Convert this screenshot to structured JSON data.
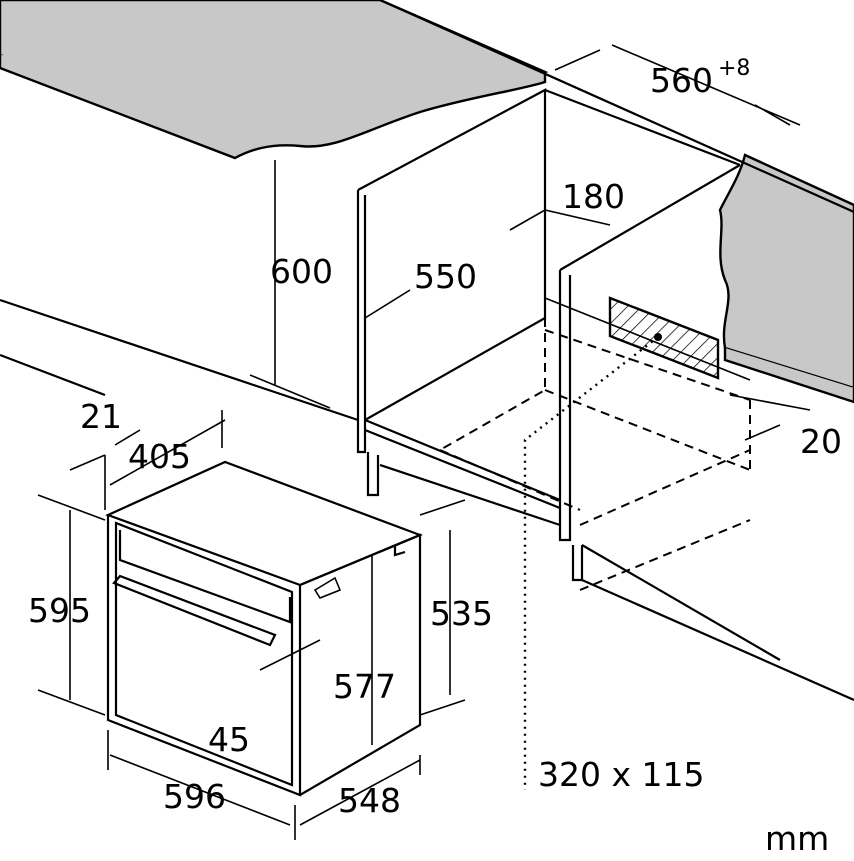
{
  "title": "Built-in oven installation dimensions",
  "unit": "mm",
  "colors": {
    "countertop": "#c8c8c8",
    "line": "#000000",
    "vent_hatch": "#000000"
  },
  "dimensions": {
    "niche_depth": "560",
    "niche_depth_tolerance": "+8",
    "rear_gap": "180",
    "cabinet_height": "600",
    "cabinet_depth": "550",
    "front_offset": "20",
    "panel_thickness": "21",
    "door_depth": "405",
    "oven_height": "595",
    "body_height": "535",
    "inner_height": "577",
    "handle_gap": "45",
    "oven_width": "596",
    "oven_depth": "548",
    "vent_opening": "320 x 115"
  }
}
